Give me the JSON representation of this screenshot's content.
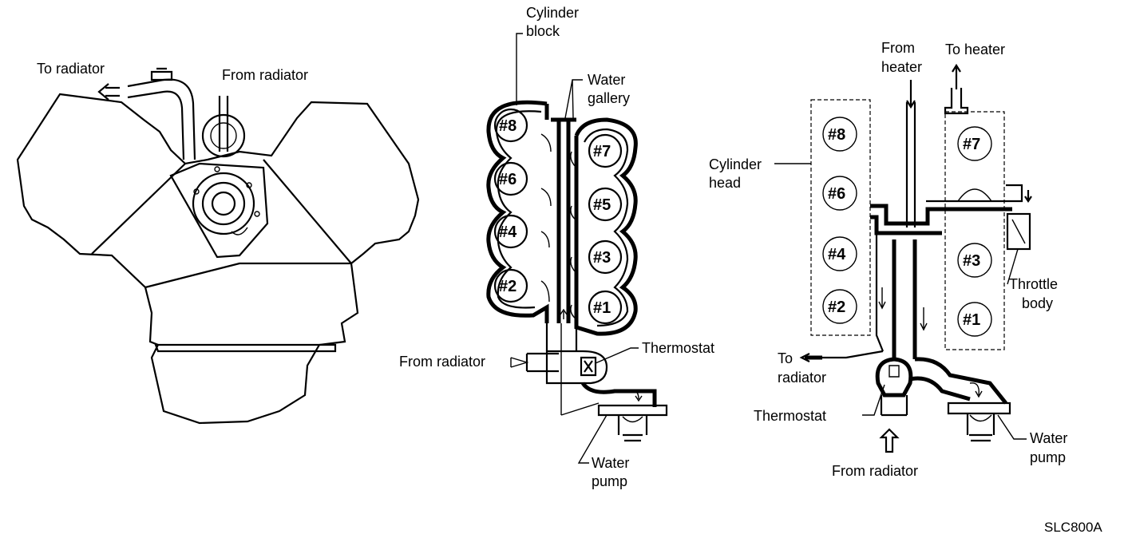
{
  "left_view": {
    "to_radiator": "To radiator",
    "from_radiator": "From radiator"
  },
  "middle_view": {
    "cylinder_block_line1": "Cylinder",
    "cylinder_block_line2": "block",
    "water_gallery_line1": "Water",
    "water_gallery_line2": "gallery",
    "from_radiator": "From radiator",
    "thermostat": "Thermostat",
    "water_pump_line1": "Water",
    "water_pump_line2": "pump",
    "left_bank": [
      "#8",
      "#6",
      "#4",
      "#2"
    ],
    "right_bank": [
      "#7",
      "#5",
      "#3",
      "#1"
    ]
  },
  "right_view": {
    "from_heater_line1": "From",
    "from_heater_line2": "heater",
    "to_heater": "To heater",
    "cylinder_head_line1": "Cylinder",
    "cylinder_head_line2": "head",
    "throttle_body_line1": "Throttle",
    "throttle_body_line2": "body",
    "to_radiator_line1": "To",
    "to_radiator_line2": "radiator",
    "thermostat": "Thermostat",
    "from_radiator": "From radiator",
    "water_pump_line1": "Water",
    "water_pump_line2": "pump",
    "left_bank": [
      "#8",
      "#6",
      "#4",
      "#2"
    ],
    "right_bank": [
      "#7",
      "#3",
      "#1"
    ]
  },
  "figure_code": "SLC800A"
}
